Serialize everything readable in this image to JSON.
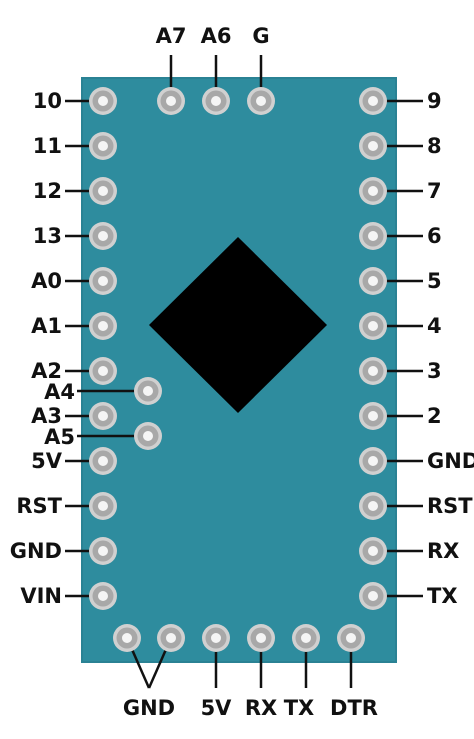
{
  "board": {
    "colors": {
      "pcb": "#2E8C9E",
      "pcb_edge": "#2a8294",
      "pad_outer": "#d0d0d0",
      "pad_inner": "#a8a8a8",
      "hole": "#f5f5f5",
      "chip": "#000000",
      "text": "#111111"
    },
    "top_pins": [
      "A7",
      "A6",
      "G"
    ],
    "left_pins": [
      "10",
      "11",
      "12",
      "13",
      "A0",
      "A1",
      "A2",
      "A3",
      "5V",
      "RST",
      "GND",
      "VIN"
    ],
    "right_pins": [
      "9",
      "8",
      "7",
      "6",
      "5",
      "4",
      "3",
      "2",
      "GND",
      "RST",
      "RX",
      "TX"
    ],
    "inner_pins": [
      "A4",
      "A5"
    ],
    "bottom_pins": [
      "GND",
      "5V",
      "RX",
      "TX",
      "DTR"
    ]
  }
}
